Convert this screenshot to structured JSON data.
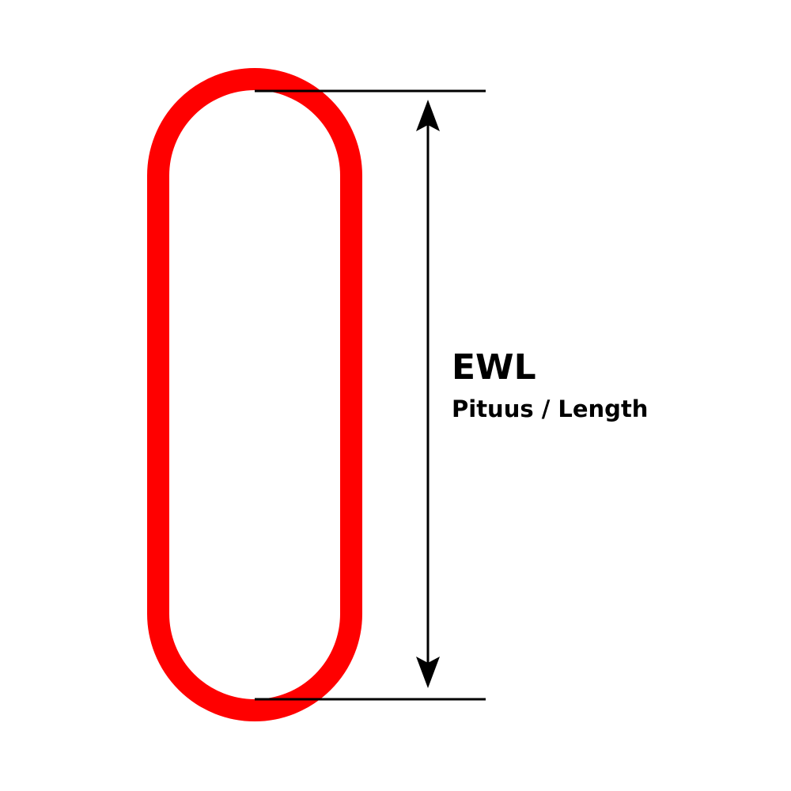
{
  "diagram": {
    "label": "EWL",
    "sublabel": "Pituus / Length",
    "link_color": "#ff0000",
    "line_color": "#000000",
    "shape": "oval-link",
    "dimension": "double-arrow-vertical"
  }
}
